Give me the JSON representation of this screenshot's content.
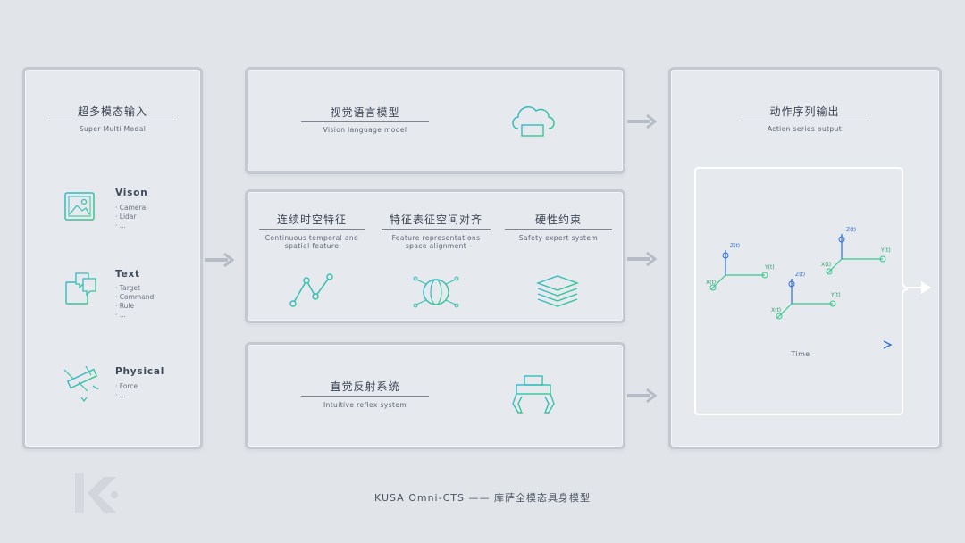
{
  "input_panel": {
    "title": "超多模态输入",
    "subtitle": "Super Multi Modal",
    "modalities": [
      {
        "name": "Vison",
        "items": [
          "· Camera",
          "· Lidar",
          "· ..."
        ],
        "icon": "image-icon"
      },
      {
        "name": "Text",
        "items": [
          "· Target",
          "· Command",
          "· Rule",
          "· ..."
        ],
        "icon": "chat-document-icon"
      },
      {
        "name": "Physical",
        "items": [
          "· Force",
          "· ..."
        ],
        "icon": "force-sensor-icon"
      }
    ]
  },
  "vlm_panel": {
    "title": "视觉语言模型",
    "subtitle": "Vision language model",
    "icon": "cloud-chip-icon"
  },
  "middle_panel": {
    "blocks": [
      {
        "title": "连续时空特征",
        "subtitle_lines": [
          "Continuous temporal and",
          "spatial feature"
        ],
        "icon": "line-graph-icon"
      },
      {
        "title": "特征表征空间对齐",
        "subtitle_lines": [
          "Feature representations",
          "space alignment"
        ],
        "icon": "globe-network-icon"
      },
      {
        "title": "硬性约束",
        "subtitle_lines": [
          "Safety expert system"
        ],
        "icon": "layers-icon"
      }
    ]
  },
  "reflex_panel": {
    "title": "直觉反射系统",
    "subtitle": "Intuitive reflex system",
    "icon": "robot-gripper-icon"
  },
  "output_panel": {
    "title": "动作序列输出",
    "subtitle": "Action series output",
    "time_label": "Time",
    "axis_labels": {
      "x": "X(t)",
      "y": "Y(t)",
      "z": "Z(t)"
    }
  },
  "footer": "KUSA Omni-CTS —— 库萨全模态具身模型",
  "colors": {
    "background": "#e1e5ea",
    "panel": "#e6e9ee",
    "accent_cyan": "#35b7cf",
    "accent_green": "#37c98a",
    "accent_blue": "#2b6fd6"
  }
}
